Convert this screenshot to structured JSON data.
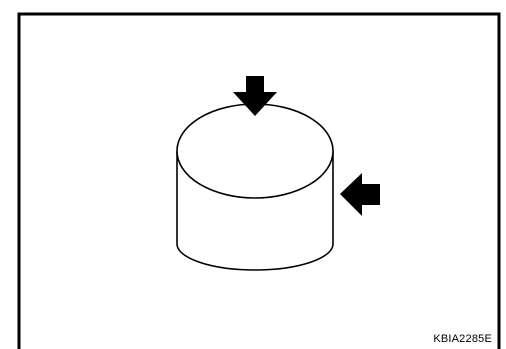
{
  "figure": {
    "code": "KBIA2285E",
    "subject": "cylinder-part",
    "indicators": [
      {
        "name": "top-arrow",
        "direction": "down"
      },
      {
        "name": "side-arrow",
        "direction": "left"
      }
    ],
    "colors": {
      "line": "#000000",
      "background": "#ffffff"
    }
  }
}
